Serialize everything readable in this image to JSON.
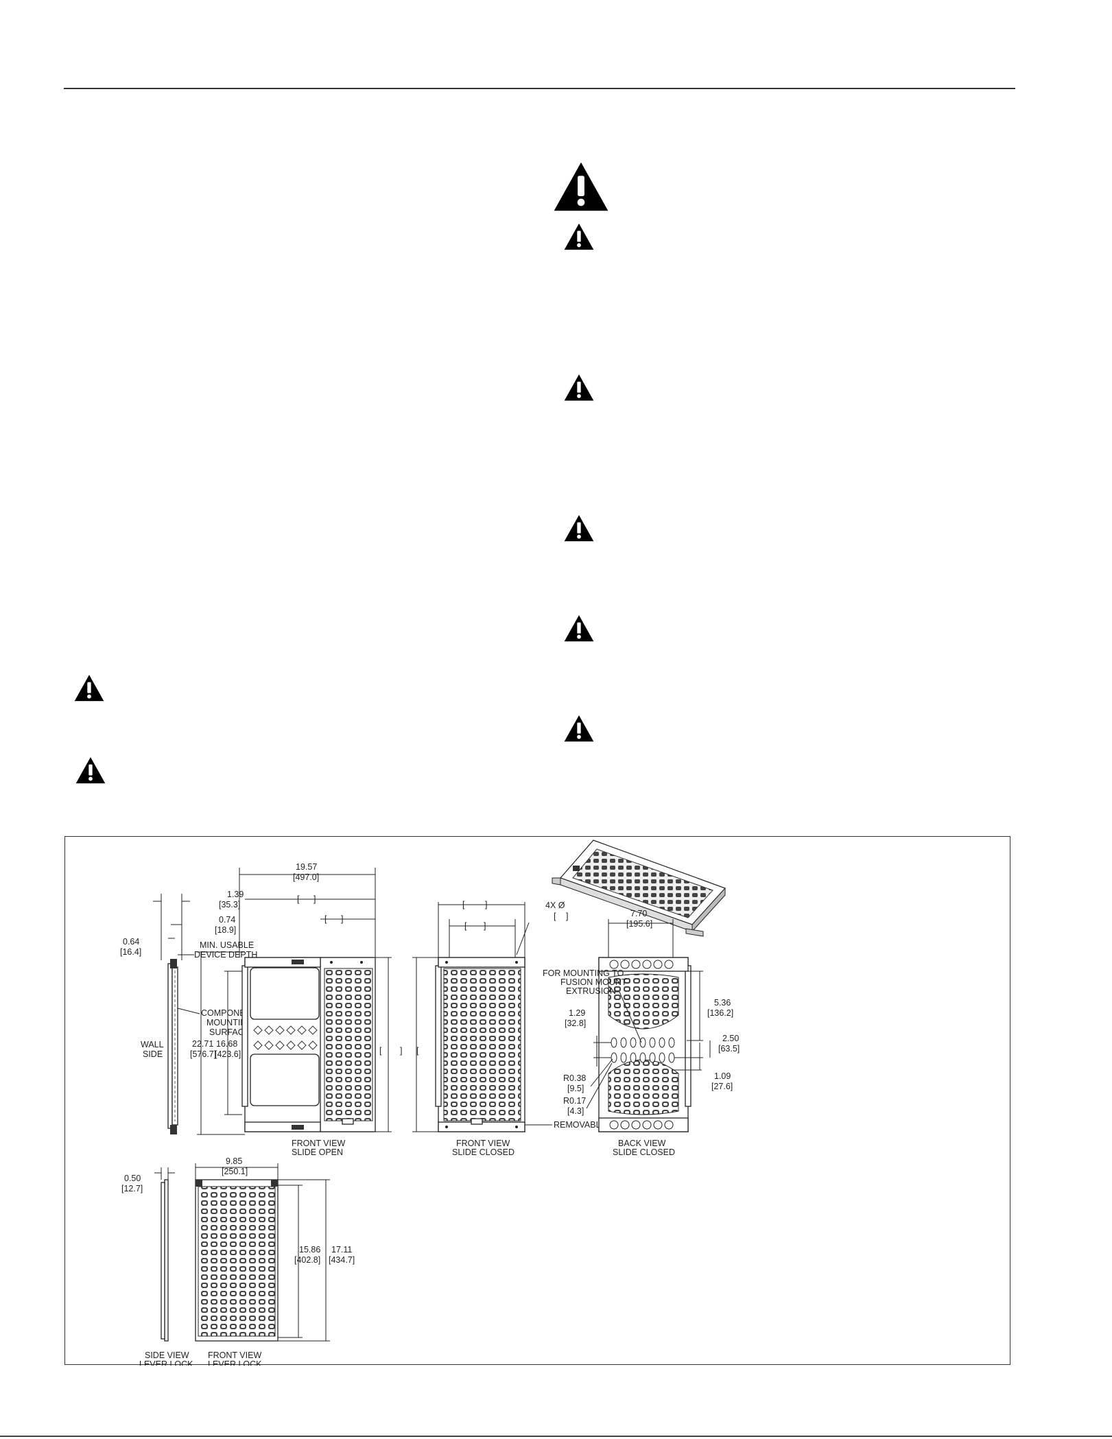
{
  "drawing": {
    "side_view_wall": {
      "dim_total_depth": "1.39",
      "dim_total_depth_mm": "[35.3]",
      "dim_min_usable": "0.74",
      "dim_min_usable_mm": "[18.9]",
      "dim_left": "0.64",
      "dim_left_mm": "[16.4]",
      "label_min_usable_1": "MIN. USABLE",
      "label_min_usable_2": "DEVICE DEPTH",
      "label_component_1": "COMPONENT",
      "label_component_2": "MOUNTING",
      "label_component_3": "SURFACE",
      "label_wall_1": "WALL",
      "label_wall_2": "SIDE"
    },
    "front_view_open": {
      "dim_width": "19.57",
      "dim_width_mm": "[497.0]",
      "dim_height": "22.71",
      "dim_height_mm": "[576.7]",
      "dim_inner_height": "16.68",
      "dim_inner_height_mm": "[423.6]",
      "caption_1": "FRONT VIEW",
      "caption_2": "SLIDE OPEN"
    },
    "front_view_closed": {
      "caption_1": "FRONT VIEW",
      "caption_2": "SLIDE CLOSED",
      "label_lever": "REMOVABLE LEVER LOCK",
      "label_holes": "4X Ø"
    },
    "back_view_closed": {
      "dim_width": "7.70",
      "dim_width_mm": "[195.6]",
      "dim_a": "5.36",
      "dim_a_mm": "[136.2]",
      "dim_b": "2.50",
      "dim_b_mm": "[63.5]",
      "dim_c": "1.09",
      "dim_c_mm": "[27.6]",
      "dim_d": "1.29",
      "dim_d_mm": "[32.8]",
      "dim_r1": "R0.38",
      "dim_r1_mm": "[9.5]",
      "dim_r2": "R0.17",
      "dim_r2_mm": "[4.3]",
      "label_fusion_1": "FOR MOUNTING TO",
      "label_fusion_2": "FUSION MOUNT",
      "label_fusion_3": "EXTRUSION",
      "caption_1": "BACK VIEW",
      "caption_2": "SLIDE CLOSED"
    },
    "side_view_lever": {
      "dim_depth": "0.50",
      "dim_depth_mm": "[12.7]",
      "caption_1": "SIDE VIEW",
      "caption_2": "LEVER LOCK"
    },
    "front_view_lever": {
      "dim_width": "9.85",
      "dim_width_mm": "[250.1]",
      "dim_inner_height": "15.86",
      "dim_inner_height_mm": "[402.8]",
      "dim_height": "17.11",
      "dim_height_mm": "[434.7]",
      "caption_1": "FRONT VIEW",
      "caption_2": "LEVER LOCK"
    }
  }
}
